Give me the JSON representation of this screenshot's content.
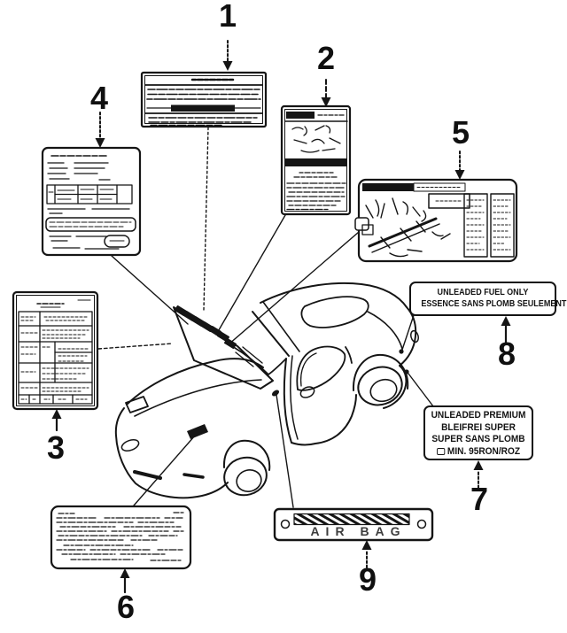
{
  "colors": {
    "ink": "#151515",
    "paper": "#ffffff",
    "airbag_text": "#3d3d3d"
  },
  "callouts": [
    "1",
    "2",
    "3",
    "4",
    "5",
    "6",
    "7",
    "8",
    "9"
  ],
  "fuel_label": {
    "line1": "UNLEADED FUEL ONLY",
    "line2": "ESSENCE SANS PLOMB SEULEMENT"
  },
  "premium_fuel_label": {
    "line1": "UNLEADED PREMIUM",
    "line2": "BLEIFREI SUPER",
    "line3": "SUPER SANS PLOMB",
    "line4": "MIN. 95RON/ROZ"
  },
  "airbag_label": {
    "text": "AIR BAG"
  }
}
